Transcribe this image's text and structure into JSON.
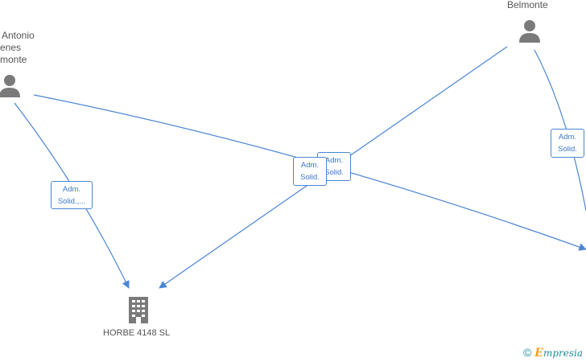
{
  "nodes": {
    "person_left": {
      "label_lines": [
        "Antonio",
        "enes",
        "monte"
      ]
    },
    "person_right": {
      "label_lines": [
        "Belmonte"
      ]
    },
    "company": {
      "label": "HORBE 4148  SL"
    }
  },
  "edges": [
    {
      "label_lines": [
        "Adm.",
        "Solid.,..."
      ]
    },
    {
      "label_lines": [
        "Adm.",
        "Solid."
      ]
    },
    {
      "label_lines": [
        "Adm.",
        "Solid."
      ]
    },
    {
      "label_lines": [
        "Adm.",
        "Solid."
      ]
    }
  ],
  "footer": {
    "copyright": "©",
    "brand_initial": "E",
    "brand_rest": "mpresia"
  },
  "colors": {
    "edge": "#4a86d4",
    "icon": "#7a7a7a",
    "label": "#555555"
  }
}
